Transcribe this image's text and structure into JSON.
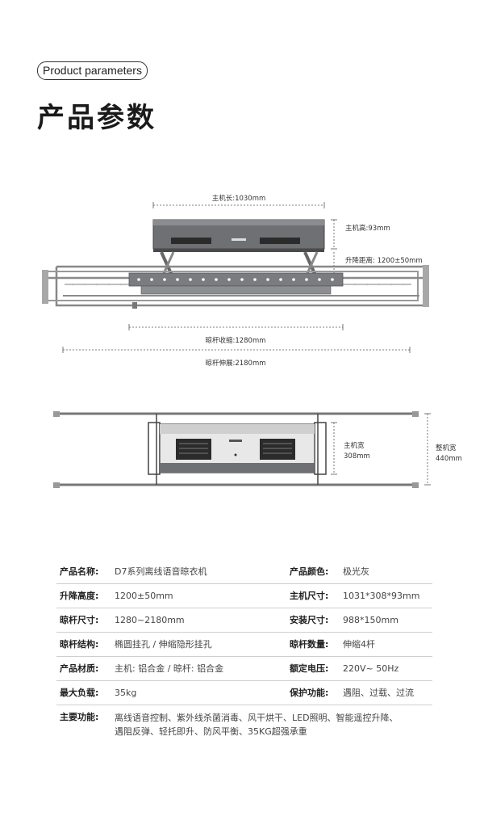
{
  "header": {
    "tag": "Product parameters",
    "title": "产品参数"
  },
  "diagram": {
    "host_length": "主机长:1030mm",
    "host_height": "主机高:93mm",
    "lift_distance": "升降距离:  1200±50mm",
    "rod_retracted": "晾杆收缩:1280mm",
    "rod_extended": "晾杆伸展:2180mm",
    "host_width_line1": "主机宽",
    "host_width_line2": "308mm",
    "total_width_line1": "整机宽",
    "total_width_line2": "440mm"
  },
  "specs": {
    "rows": [
      {
        "l1": "产品名称:",
        "v1": "D7系列离线语音晾衣机",
        "l2": "产品颜色:",
        "v2": "极光灰"
      },
      {
        "l1": "升降高度:",
        "v1": "1200±50mm",
        "l2": "主机尺寸:",
        "v2": "1031*308*93mm"
      },
      {
        "l1": "晾杆尺寸:",
        "v1": "1280~2180mm",
        "l2": "安装尺寸:",
        "v2": "988*150mm"
      },
      {
        "l1": "晾杆结构:",
        "v1": "椭圆挂孔 / 伸缩隐形挂孔",
        "l2": "晾杆数量:",
        "v2": "伸缩4杆"
      },
      {
        "l1": "产品材质:",
        "v1": "主机:  铝合金 / 晾杆:  铝合金",
        "l2": "额定电压:",
        "v2": "220V~ 50Hz"
      },
      {
        "l1": "最大负载:",
        "v1": "35kg",
        "l2": "保护功能:",
        "v2": "遇阻、过载、过流"
      }
    ],
    "functions_label": "主要功能:",
    "functions_line1": "离线语音控制、紫外线杀菌消毒、风干烘干、LED照明、智能遥控升降、",
    "functions_line2": "遇阻反弹、轻托即升、防风平衡、35KG超强承重"
  }
}
